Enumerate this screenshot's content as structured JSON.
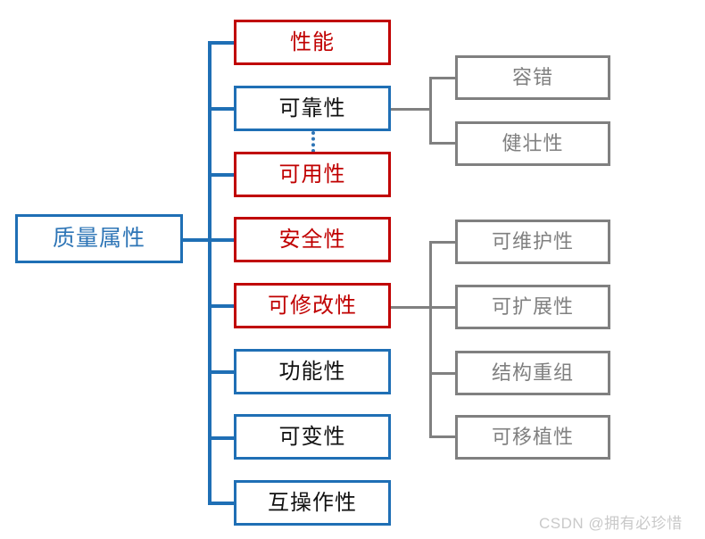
{
  "diagram": {
    "title": "质量属性",
    "root": {
      "label": "质量属性",
      "style": "root"
    },
    "branches": [
      {
        "label": "性能",
        "style": "red"
      },
      {
        "label": "可靠性",
        "style": "blue"
      },
      {
        "label": "可用性",
        "style": "red"
      },
      {
        "label": "安全性",
        "style": "red"
      },
      {
        "label": "可修改性",
        "style": "red"
      },
      {
        "label": "功能性",
        "style": "blue"
      },
      {
        "label": "可变性",
        "style": "blue"
      },
      {
        "label": "互操作性",
        "style": "blue"
      }
    ],
    "reliability_children": [
      {
        "label": "容错",
        "style": "gray"
      },
      {
        "label": "健壮性",
        "style": "gray"
      }
    ],
    "modifiability_children": [
      {
        "label": "可维护性",
        "style": "gray"
      },
      {
        "label": "可扩展性",
        "style": "gray"
      },
      {
        "label": "结构重组",
        "style": "gray"
      },
      {
        "label": "可移植性",
        "style": "gray"
      }
    ],
    "relations": [
      {
        "from": "可靠性",
        "to": "可用性",
        "style": "dotted"
      }
    ],
    "colors": {
      "blue": "#1F6FB5",
      "blue_text": "#2E75B6",
      "red": "#C00000",
      "gray": "#808080",
      "background": "#FFFFFF",
      "watermark": "#C9C9C9"
    }
  },
  "watermark": {
    "text": "CSDN @拥有必珍惜"
  }
}
